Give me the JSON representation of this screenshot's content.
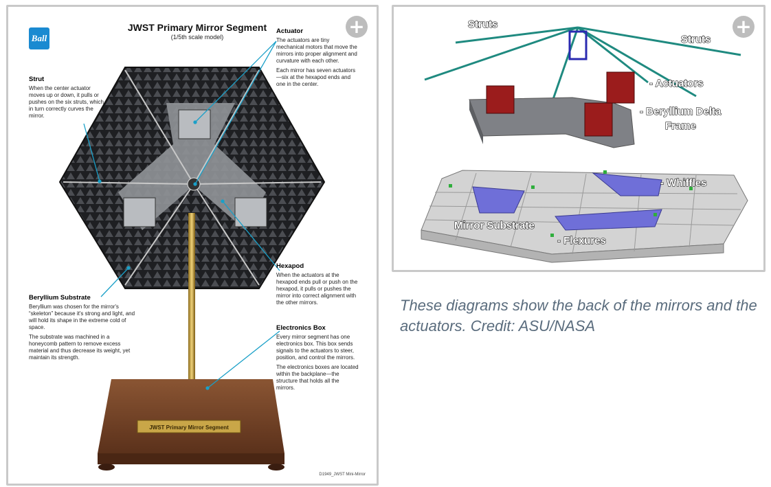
{
  "left_card": {
    "title": "JWST Primary Mirror Segment",
    "subtitle": "(1/5th scale model)",
    "logo_text": "Ball",
    "expand_label": "+",
    "footer_code": "D1949_JWST Mini-Mirror",
    "strut": {
      "heading": "Strut",
      "body": [
        "When the center actuator moves up or down, it pulls or pushes on the six struts, which in turn correctly curves the mirror."
      ]
    },
    "actuator": {
      "heading": "Actuator",
      "body": [
        "The actuators are tiny mechanical motors that move the mirrors into proper alignment and curvature with each other.",
        "Each mirror has seven actuators—six at the hexapod ends and one in the center."
      ]
    },
    "beryllium": {
      "heading": "Beryllium Substrate",
      "body": [
        "Beryllium was chosen for the mirror's “skeleton” because it's strong and light, and will hold its shape in the extreme cold of space.",
        "The substrate was machined in a honeycomb pattern to remove excess material and thus decrease its weight, yet maintain its strength."
      ]
    },
    "hexapod": {
      "heading": "Hexapod",
      "body": [
        "When the actuators at the hexapod ends pull or push on the hexapod, it pulls or pushes the mirror into correct alignment with the other mirrors."
      ]
    },
    "electronics": {
      "heading": "Electronics Box",
      "body": [
        "Every mirror segment has one electronics box. This box sends signals to the actuators to steer, position, and control the mirrors.",
        "The electronics boxes are located within the backplane—the structure that holds all the mirrors."
      ]
    },
    "plaque_text": "JWST Primary Mirror Segment"
  },
  "right_card": {
    "expand_label": "+",
    "labels": {
      "struts_left": "Struts",
      "struts_right": "Struts",
      "actuators": "- Actuators",
      "delta_frame_1": "- Beryllium Delta",
      "delta_frame_2": "Frame",
      "whiffles": "- Whiffles",
      "mirror_substrate": "Mirror Substrate",
      "flexures": "- Flexures"
    }
  },
  "caption": "These diagrams show the back of the mirrors and the actuators. Credit: ASU/NASA",
  "colors": {
    "card_border": "#c9c9c9",
    "caption": "#5a6c7d",
    "leader_line": "#1aa0c8",
    "strut_green": "#1f8a80",
    "whiffle_blue": "#6f6fd8",
    "actuator_red": "#9b1c1c"
  }
}
